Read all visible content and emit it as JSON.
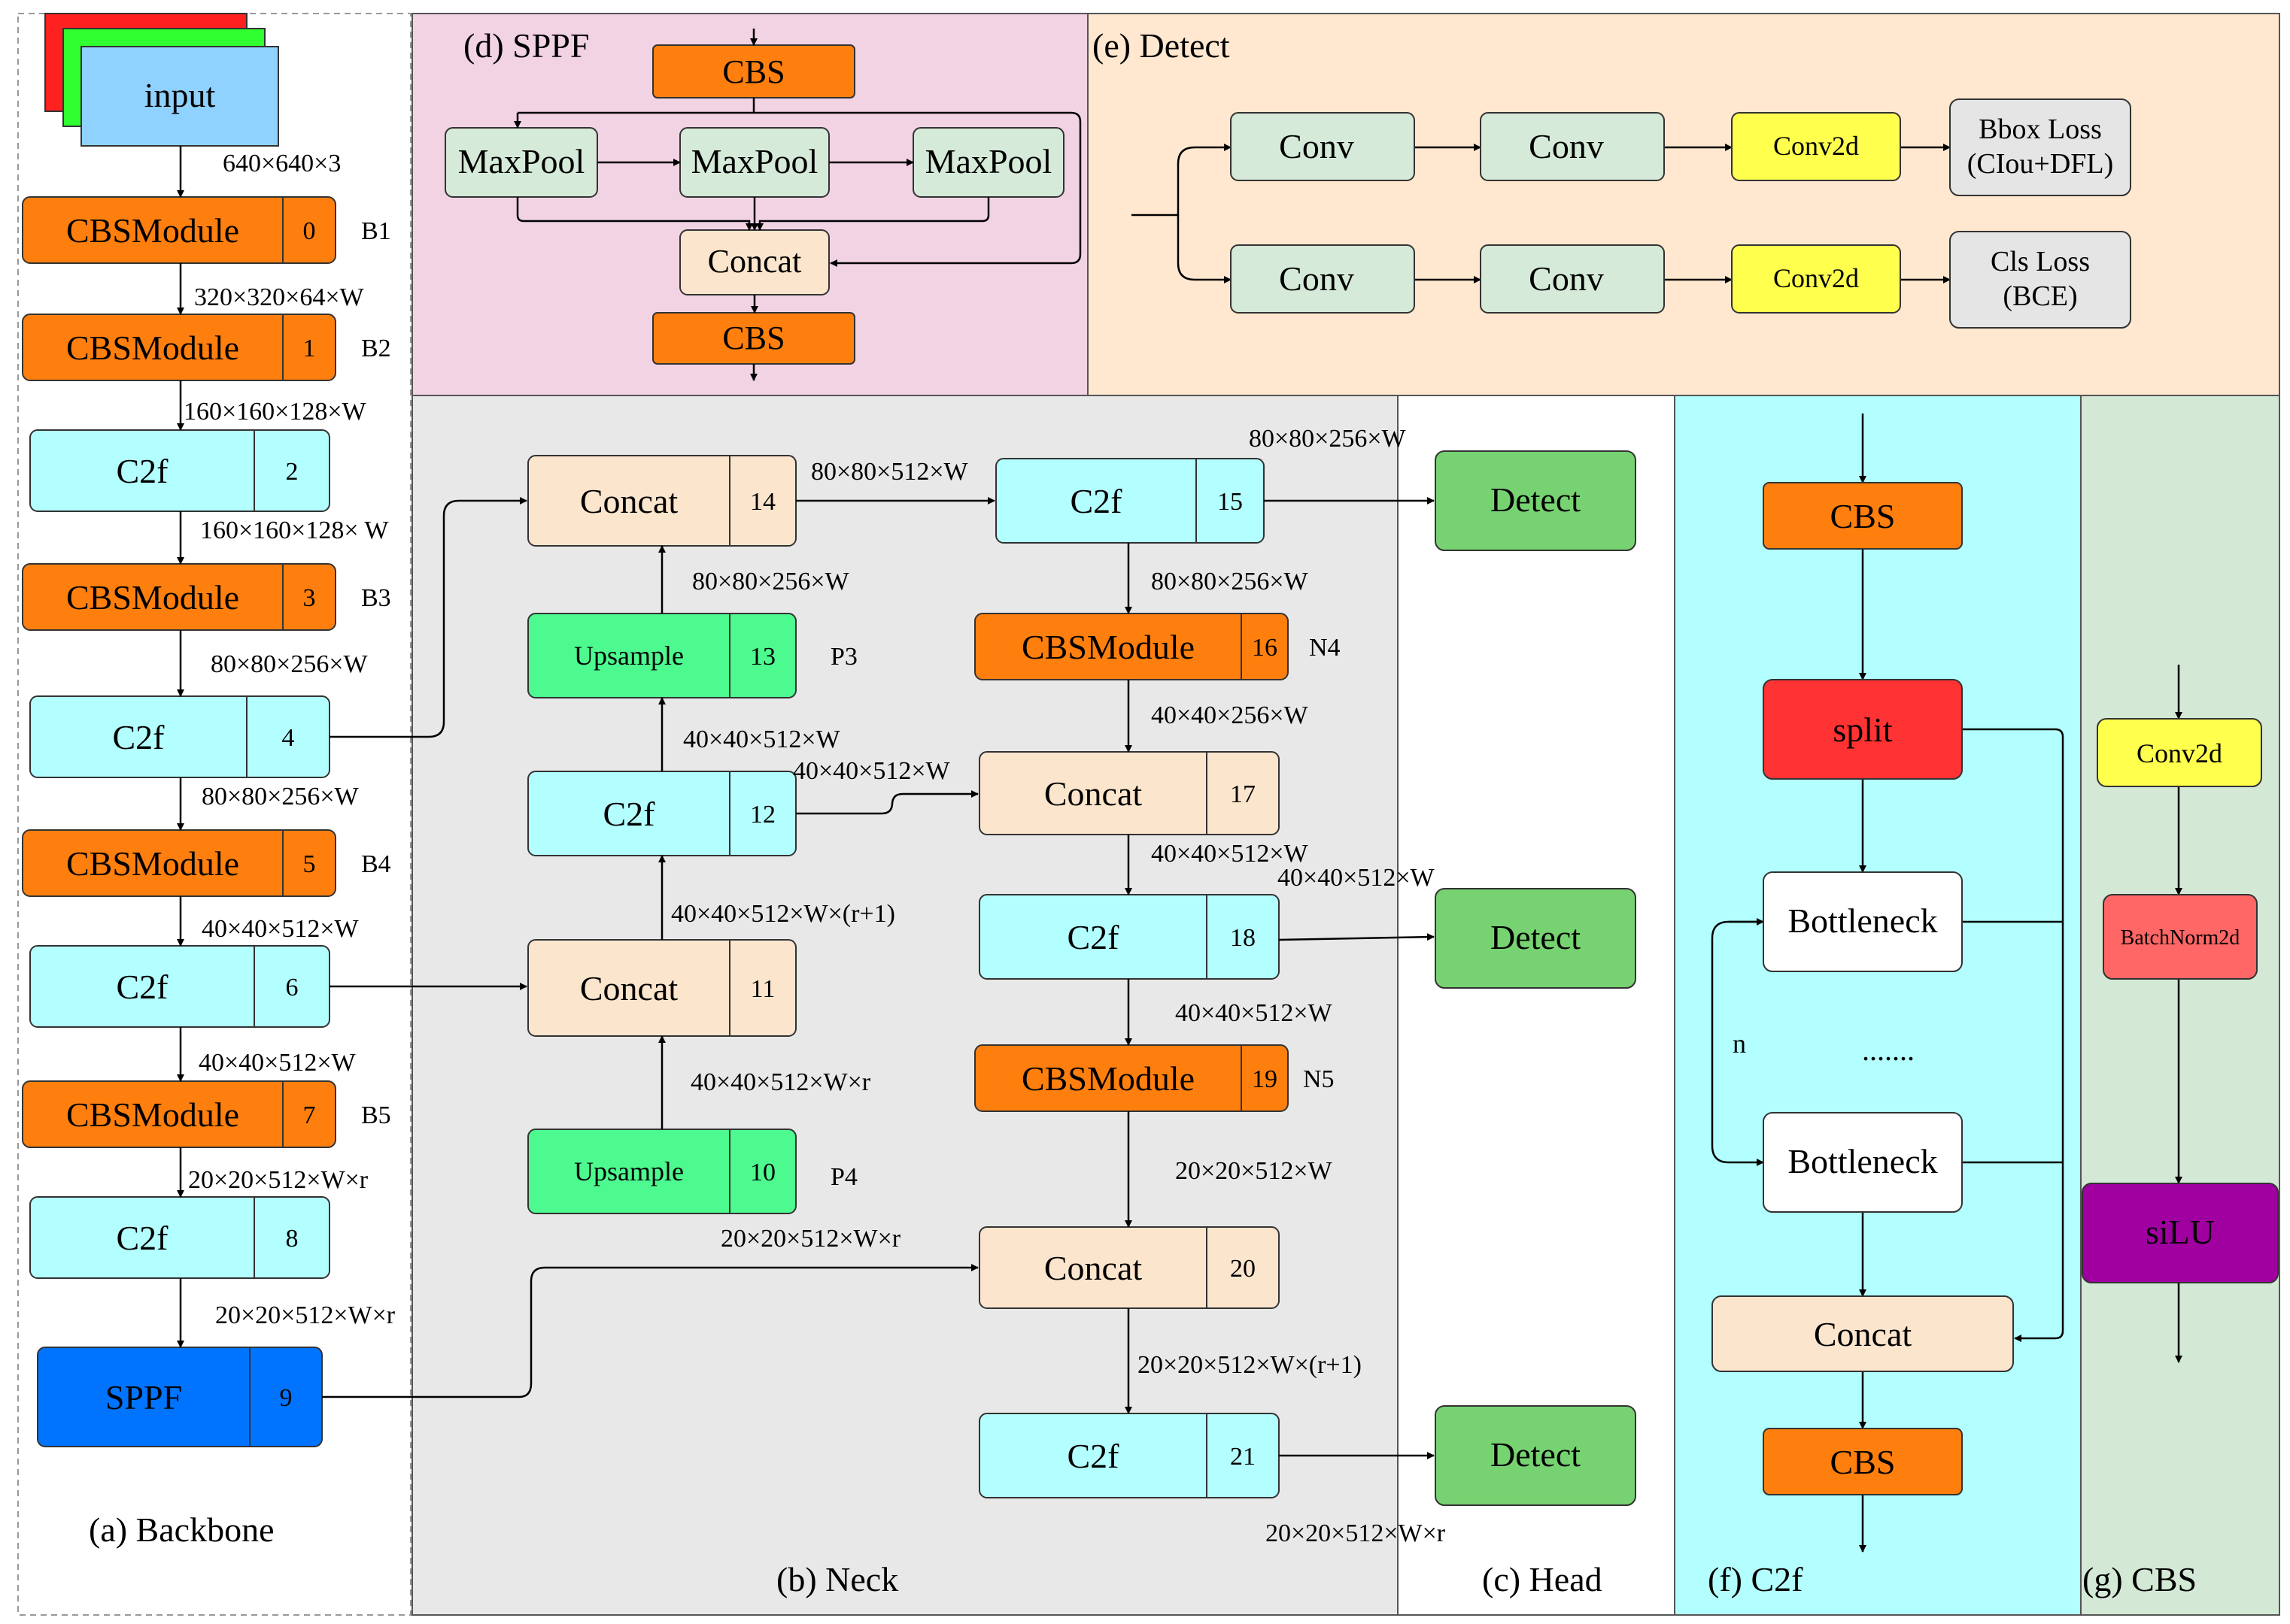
{
  "colors": {
    "orange": "#FF7F0E",
    "cyan": "#B3FFFF",
    "peach": "#FCE5CD",
    "upsample_green": "#4DFA8F",
    "detect_green": "#77D271",
    "sppf_blue": "#0074FF",
    "head_conv": "#D5EAD8",
    "yellow": "#FFFF4D",
    "loss_gray": "#E5E5E5",
    "split_red": "#FF3333",
    "batchnorm_red": "#FF6666",
    "silu_purple": "#A000A0",
    "input_red": "#FF2020",
    "input_green": "#30FF30",
    "input_blue": "#8FD1FF",
    "panel_sppf": "#F2D3E3",
    "panel_detect": "#FFE8CF",
    "panel_neck": "#E8E8E8",
    "panel_c2f": "#B3FFFF",
    "panel_cbs": "#D3E9D6"
  },
  "sections": {
    "backbone": "(a) Backbone",
    "neck": "(b) Neck",
    "head": "(c) Head",
    "sppf": "(d) SPPF",
    "detect": "(e) Detect",
    "c2f": "(f) C2f",
    "cbs": "(g) CBS"
  },
  "backbone": {
    "input": "input",
    "blocks": [
      {
        "label": "CBSModule",
        "num": "0",
        "tag": "B1"
      },
      {
        "label": "CBSModule",
        "num": "1",
        "tag": "B2"
      },
      {
        "label": "C2f",
        "num": "2",
        "tag": ""
      },
      {
        "label": "CBSModule",
        "num": "3",
        "tag": "B3"
      },
      {
        "label": "C2f",
        "num": "4",
        "tag": ""
      },
      {
        "label": "CBSModule",
        "num": "5",
        "tag": "B4"
      },
      {
        "label": "C2f",
        "num": "6",
        "tag": ""
      },
      {
        "label": "CBSModule",
        "num": "7",
        "tag": "B5"
      },
      {
        "label": "C2f",
        "num": "8",
        "tag": ""
      },
      {
        "label": "SPPF",
        "num": "9",
        "tag": ""
      }
    ],
    "dims": [
      "640×640×3",
      "320×320×64×W",
      "160×160×128×W",
      "160×160×128× W",
      "80×80×256×W",
      "80×80×256×W",
      "40×40×512×W",
      "40×40×512×W",
      "20×20×512×W×r",
      "20×20×512×W×r"
    ]
  },
  "neck": {
    "blocks": {
      "n10": {
        "label": "Upsample",
        "num": "10"
      },
      "n11": {
        "label": "Concat",
        "num": "11"
      },
      "n12": {
        "label": "C2f",
        "num": "12"
      },
      "n13": {
        "label": "Upsample",
        "num": "13"
      },
      "n14": {
        "label": "Concat",
        "num": "14"
      },
      "n15": {
        "label": "C2f",
        "num": "15"
      },
      "n16": {
        "label": "CBSModule",
        "num": "16"
      },
      "n17": {
        "label": "Concat",
        "num": "17"
      },
      "n18": {
        "label": "C2f",
        "num": "18"
      },
      "n19": {
        "label": "CBSModule",
        "num": "19"
      },
      "n20": {
        "label": "Concat",
        "num": "20"
      },
      "n21": {
        "label": "C2f",
        "num": "21"
      }
    },
    "tags": {
      "p3": "P3",
      "p4": "P4",
      "n4": "N4",
      "n5": "N5"
    },
    "dims": {
      "d10_11": "40×40×512×W×r",
      "d11_12": "40×40×512×W×(r+1)",
      "d12_13": "40×40×512×W",
      "d13_14": "80×80×256×W",
      "d14_15": "80×80×512×W",
      "d15_16": "80×80×256×W",
      "d15_out": "80×80×256×W",
      "d16_17": "40×40×256×W",
      "d12_17": "40×40×512×W",
      "d17_18": "40×40×512×W",
      "d18_out": "40×40×512×W",
      "d18_19": "40×40×512×W",
      "d19_20": "20×20×512×W",
      "d9_20": "20×20×512×W×r",
      "d20_21": "20×20×512×W×(r+1)",
      "d21_out": "20×20×512×W×r"
    }
  },
  "head": {
    "detect": "Detect"
  },
  "sppf_panel": {
    "cbs": "CBS",
    "maxpool": "MaxPool",
    "concat": "Concat"
  },
  "detect_panel": {
    "conv": "Conv",
    "conv2d": "Conv2d",
    "bbox_loss_1": "Bbox Loss",
    "bbox_loss_2": "(CIou+DFL)",
    "cls_loss_1": "Cls Loss",
    "cls_loss_2": "(BCE)"
  },
  "c2f_panel": {
    "cbs": "CBS",
    "split": "split",
    "bottleneck": "Bottleneck",
    "dots": ".......",
    "n": "n",
    "concat": "Concat"
  },
  "cbs_panel": {
    "conv2d": "Conv2d",
    "batchnorm": "BatchNorm2d",
    "silu": "siLU"
  }
}
